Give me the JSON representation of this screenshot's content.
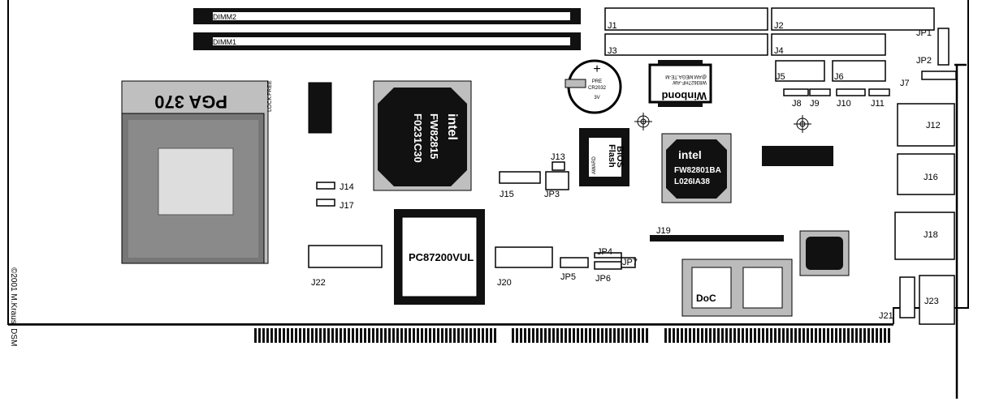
{
  "title": "Board layout",
  "copyright": "©2001 M.Kraus, DSM",
  "slots": {
    "dimm2": "DIMM2",
    "dimm1": "DIMM1"
  },
  "socket": {
    "name": "PGA 370",
    "lock": "LOCK",
    "free": "FREE"
  },
  "chips": {
    "gmch": {
      "brand": "intel",
      "line1": "FW82815",
      "line2": "F0231C30"
    },
    "ich": {
      "brand": "intel",
      "line1": "FW82801BA",
      "line2": "L026IA38"
    },
    "superio": {
      "line1": "PC87200VUL"
    },
    "winbond": {
      "brand": "Winbond",
      "line1": "W83627HF-AW",
      "line2": "@AM.MEGA.TE-M"
    },
    "bios": {
      "line1": "Flash",
      "line2": "BIOS",
      "vendor": "AWARD"
    },
    "battery": {
      "line1": "PRE",
      "line2": "CR2032",
      "line3": "3V"
    },
    "doc": {
      "label": "DoC"
    }
  },
  "connectors": [
    "J1",
    "J2",
    "J3",
    "J4",
    "J5",
    "J6",
    "J7",
    "J8",
    "J9",
    "J10",
    "J11",
    "J12",
    "J13",
    "J14",
    "J15",
    "J16",
    "J17",
    "J18",
    "J19",
    "J20",
    "J21",
    "J22",
    "J23"
  ],
  "jumpers": [
    "JP1",
    "JP2",
    "JP3",
    "JP4",
    "JP5",
    "JP6",
    "JP7"
  ],
  "colors": {
    "board": "#ffffff",
    "line": "#000000",
    "grey": "#bfbfbf",
    "dark": "#1a1a1a"
  }
}
